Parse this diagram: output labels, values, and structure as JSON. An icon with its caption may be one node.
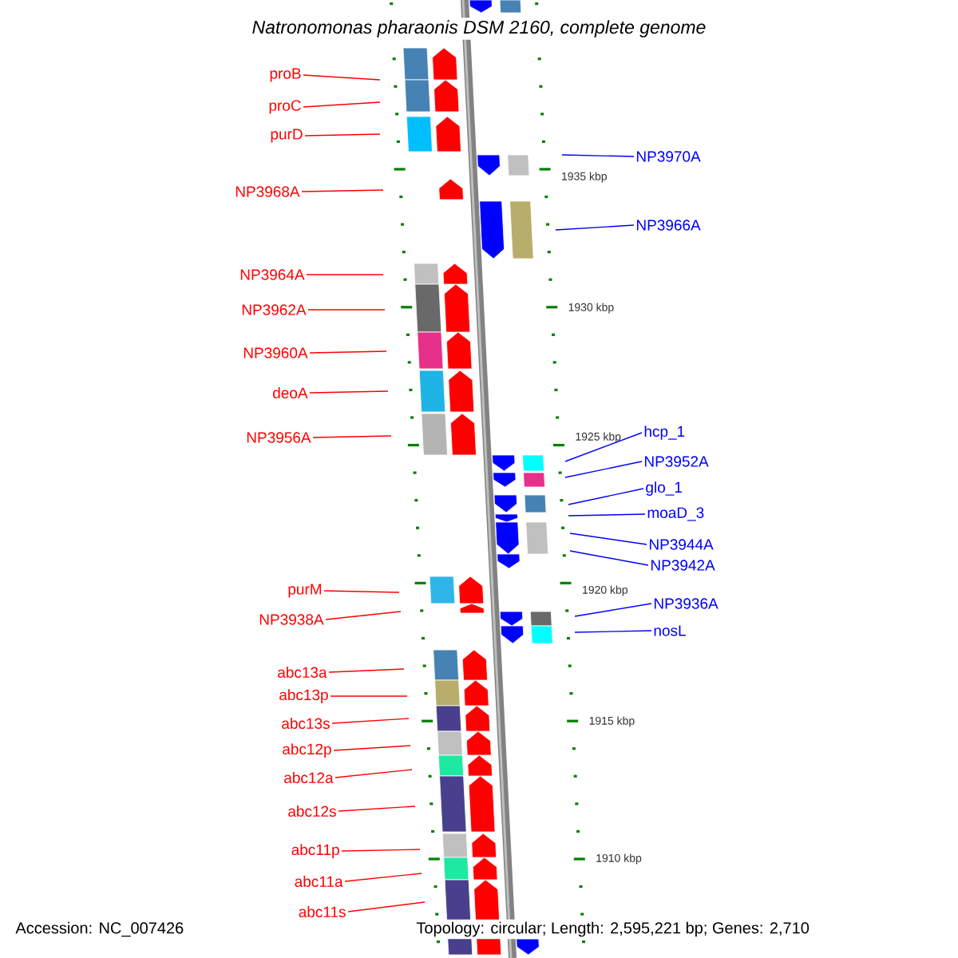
{
  "diagram": {
    "title": "Natronomonas pharaonis DSM 2160, complete genome",
    "nodes": [
      {
        "text": [
          "proB"
        ]
      },
      {
        "text": [
          "proC"
        ]
      },
      {
        "text": [
          "purD"
        ]
      },
      {
        "text": [
          "NP3968A"
        ]
      },
      {
        "text": [
          "NP3964A"
        ]
      },
      {
        "text": [
          "NP3962A"
        ]
      },
      {
        "text": [
          "NP3960A"
        ]
      },
      {
        "text": [
          "deoA"
        ]
      },
      {
        "text": [
          "NP3956A"
        ]
      },
      {
        "text": [
          "purM"
        ]
      },
      {
        "text": [
          "NP3938A"
        ]
      },
      {
        "text": [
          "abc13a"
        ]
      },
      {
        "text": [
          "abc13p"
        ]
      },
      {
        "text": [
          "abc13s"
        ]
      },
      {
        "text": [
          "abc12p"
        ]
      },
      {
        "text": [
          "abc12a"
        ]
      },
      {
        "text": [
          "abc12s"
        ]
      },
      {
        "text": [
          "abc11p"
        ]
      },
      {
        "text": [
          "abc11a"
        ]
      },
      {
        "text": [
          "abc11s"
        ]
      },
      {
        "text": [
          "NP3970A"
        ]
      },
      {
        "text": [
          "NP3966A"
        ]
      },
      {
        "text": [
          "hcp_1"
        ]
      },
      {
        "text": [
          "NP3952A"
        ]
      },
      {
        "text": [
          "glo_1"
        ]
      },
      {
        "text": [
          "moaD_3"
        ]
      },
      {
        "text": [
          "NP3944A"
        ]
      },
      {
        "text": [
          "NP3942A"
        ]
      },
      {
        "text": [
          "NP3936A"
        ]
      },
      {
        "text": [
          "nosL"
        ]
      }
    ],
    "edges": [
      {
        "from": 0,
        "to": null,
        "arrow": "none"
      },
      {
        "from": 1,
        "to": null,
        "arrow": "none"
      },
      {
        "from": 2,
        "to": null,
        "arrow": "none"
      },
      {
        "from": 3,
        "to": null,
        "arrow": "none"
      },
      {
        "from": 4,
        "to": null,
        "arrow": "none"
      },
      {
        "from": 5,
        "to": null,
        "arrow": "none"
      },
      {
        "from": 6,
        "to": null,
        "arrow": "none"
      },
      {
        "from": 7,
        "to": null,
        "arrow": "none"
      },
      {
        "from": 8,
        "to": null,
        "arrow": "none"
      },
      {
        "from": 9,
        "to": null,
        "arrow": "none"
      },
      {
        "from": 10,
        "to": null,
        "arrow": "none"
      },
      {
        "from": 11,
        "to": null,
        "arrow": "none"
      },
      {
        "from": 12,
        "to": null,
        "arrow": "none"
      },
      {
        "from": 13,
        "to": null,
        "arrow": "none"
      },
      {
        "from": 14,
        "to": null,
        "arrow": "none"
      },
      {
        "from": 15,
        "to": null,
        "arrow": "none"
      },
      {
        "from": 16,
        "to": null,
        "arrow": "none"
      },
      {
        "from": 17,
        "to": null,
        "arrow": "none"
      },
      {
        "from": 18,
        "to": null,
        "arrow": "none"
      },
      {
        "from": 19,
        "to": null,
        "arrow": "none"
      },
      {
        "from": 20,
        "to": null,
        "arrow": "none",
        "color": "#0000ff"
      },
      {
        "from": 21,
        "to": null,
        "arrow": "none",
        "color": "#0000ff"
      },
      {
        "from": 22,
        "to": null,
        "arrow": "none",
        "color": "#0000ff"
      },
      {
        "from": 23,
        "to": null,
        "arrow": "none",
        "color": "#0000ff"
      },
      {
        "from": 24,
        "to": null,
        "arrow": "none",
        "color": "#0000ff"
      },
      {
        "from": 25,
        "to": null,
        "arrow": "none",
        "color": "#0000ff"
      },
      {
        "from": 26,
        "to": null,
        "arrow": "none",
        "color": "#0000ff"
      },
      {
        "from": 27,
        "to": null,
        "arrow": "none",
        "color": "#0000ff"
      },
      {
        "from": 28,
        "to": null,
        "arrow": "none",
        "color": "#0000ff"
      },
      {
        "from": 29,
        "to": null,
        "arrow": "none",
        "color": "#0000ff"
      }
    ],
    "labels": [
      "1935 kbp",
      "1930 kbp",
      "1925 kbp",
      "1920 kbp",
      "1915 kbp",
      "1910 kbp",
      "Accession: NC_007426",
      "Topology: circular; Length: 2,595,221 bp; Genes: 2,710"
    ]
  }
}
